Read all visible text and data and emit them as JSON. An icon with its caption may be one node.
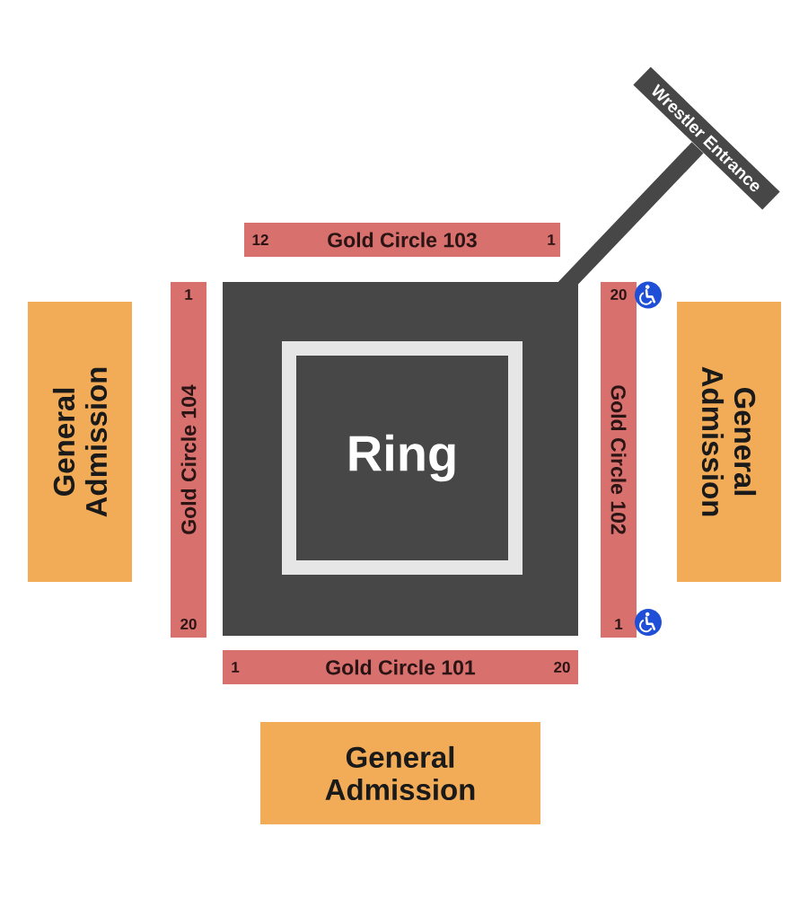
{
  "diagram": {
    "nodes": [
      {
        "text": [
          "Wrestler Entrance"
        ]
      },
      {
        "text": [
          "12",
          "Gold Circle 103",
          "1"
        ]
      },
      {
        "text": [
          "General Admission"
        ]
      },
      {
        "text": [
          "1",
          "Gold Circle 104",
          "20"
        ]
      },
      {
        "text": [],
        "shape": "box"
      },
      {
        "text": [
          "Ring"
        ],
        "in": 4
      },
      {
        "text": [
          "20",
          "Gold Circle 102",
          "1"
        ]
      },
      {
        "text": [
          "General Admission"
        ]
      },
      {
        "text": [
          "1",
          "Gold Circle 101",
          "20"
        ]
      },
      {
        "text": [
          "General Admission"
        ]
      }
    ],
    "edges": [
      {
        "from": 4,
        "to": 0,
        "arrow": "none"
      }
    ]
  }
}
